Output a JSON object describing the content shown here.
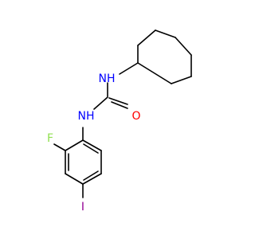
{
  "atoms": {
    "nh_top": {
      "text": "NH",
      "color": "#0000ff"
    },
    "nh_bottom": {
      "text": "NH",
      "color": "#0000ff"
    },
    "oxygen": {
      "text": "O",
      "color": "#ff0000"
    },
    "fluorine": {
      "text": "F",
      "color": "#90e050"
    },
    "iodine": {
      "text": "I",
      "color": "#940094"
    }
  }
}
